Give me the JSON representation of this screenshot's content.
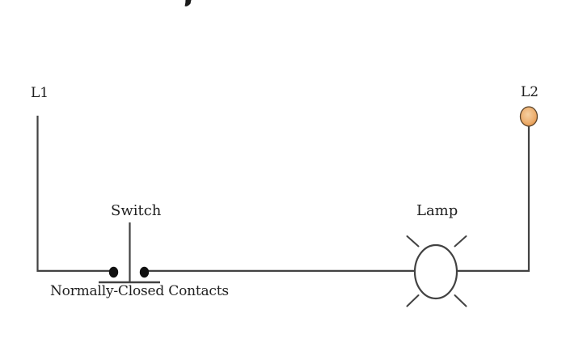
{
  "colors": {
    "background": "#ffffff",
    "wire": "#424242",
    "text": "#1f1f1f",
    "contact_dot": "#111111",
    "terminal_center": "#f6d0a2",
    "terminal_mid": "#edа257",
    "terminal_edge": "#d9812f",
    "terminal_outline": "#5c462e",
    "fragment": "#1a1a1a"
  },
  "labels": {
    "left_rail": "L1",
    "right_rail": "L2",
    "switch": "Switch",
    "switch_caption": "Normally-Closed Contacts",
    "lamp": "Lamp"
  }
}
